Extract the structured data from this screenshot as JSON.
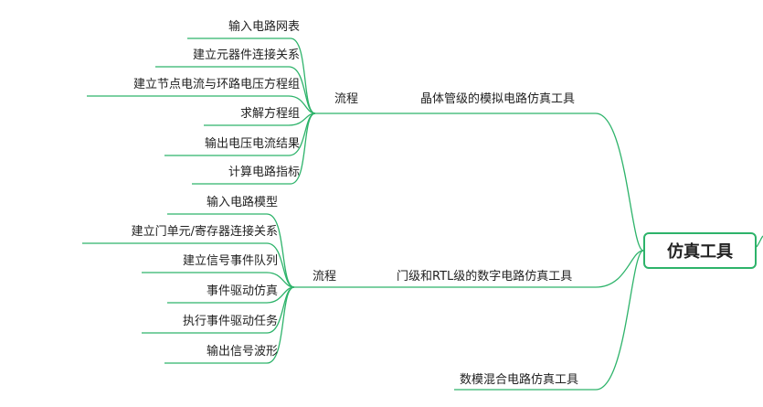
{
  "colors": {
    "line": "#2db36a",
    "text": "#222222"
  },
  "root": {
    "label": "仿真工具"
  },
  "branches": {
    "analog": {
      "label": "晶体管级的模拟电路仿真工具",
      "flow_label": "流程",
      "steps": [
        "输入电路网表",
        "建立元器件连接关系",
        "建立节点电流与环路电压方程组",
        "求解方程组",
        "输出电压电流结果",
        "计算电路指标"
      ]
    },
    "digital": {
      "label": "门级和RTL级的数字电路仿真工具",
      "flow_label": "流程",
      "steps": [
        "输入电路模型",
        "建立门单元/寄存器连接关系",
        "建立信号事件队列",
        "事件驱动仿真",
        "执行事件驱动任务",
        "输出信号波形"
      ]
    },
    "mixed": {
      "label": "数模混合电路仿真工具"
    }
  }
}
